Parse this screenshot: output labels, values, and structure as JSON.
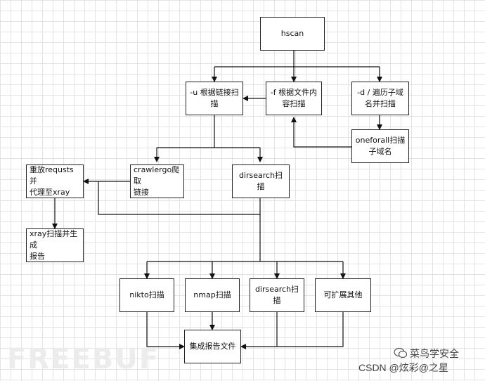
{
  "nodes": {
    "hscan": "hscan",
    "u_scan": "-u 根据链接扫\n描",
    "f_scan": "-f 根据文件内\n容扫描",
    "d_scan": "-d / 遍历子域\n名并扫描",
    "oneforall": "oneforall扫描\n子域名",
    "replay": "重放requsts并\n代理至xray",
    "crawlergo": "crawlergo爬取\n链接",
    "dirsearch_top": "dirsearch扫描",
    "xray_report": "xray扫描并生成\n报告",
    "nikto": "nikto扫描",
    "nmap": "nmap扫描",
    "dirsearch_bottom": "dirsearch扫描",
    "extensible": "可扩展其他",
    "report": "集成报告文件"
  },
  "watermark": {
    "freebuf": "FREEBUF",
    "csdn": "CSDN @炫彩@之星",
    "account": "菜鸟学安全"
  }
}
